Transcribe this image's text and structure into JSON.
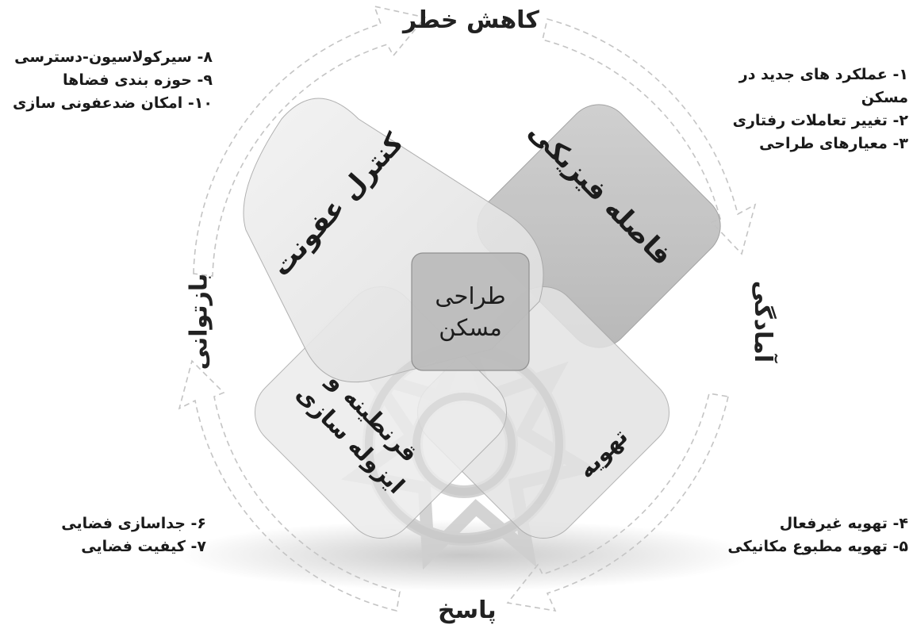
{
  "phases": {
    "top": "کاهش خطر",
    "right": "آمادگی",
    "bottom": "پاسخ",
    "left": "بازتوانی"
  },
  "center": {
    "line1": "طراحی",
    "line2": "مسکن"
  },
  "petals": {
    "physical_distance": "فاصله فیزیکی",
    "infection_control": "کنترل عفونت",
    "quarantine": {
      "line1": "قرنطینه و",
      "line2": "ایزوله سازی"
    },
    "ventilation": "تهویه"
  },
  "notes": {
    "top_right": [
      "۱- عملکرد های جدید در",
      "مسکن",
      "۲- تغییر تعاملات رفتاری",
      "۳- معیارهای طراحی"
    ],
    "top_left": [
      "۸- سیرکولاسیون-دسترسی",
      "۹- حوزه بندی فضاها",
      "۱۰- امکان ضدعفونی سازی"
    ],
    "bottom_right": [
      "۴- تهویه غیرفعال",
      "۵- تهویه مطبوع مکانیکی"
    ],
    "bottom_left": [
      "۶- جداسازی فضایی",
      "۷- کیفیت فضایی"
    ]
  },
  "colors": {
    "physical_distance": "#bdbdbd",
    "infection_control": "#e6e6e6",
    "quarantine": "#ececec",
    "ventilation": "#e3e3e3",
    "center": "#bcbcbc",
    "arrow_stroke": "#c4c4c4",
    "pattern": "#d0d0d0"
  }
}
